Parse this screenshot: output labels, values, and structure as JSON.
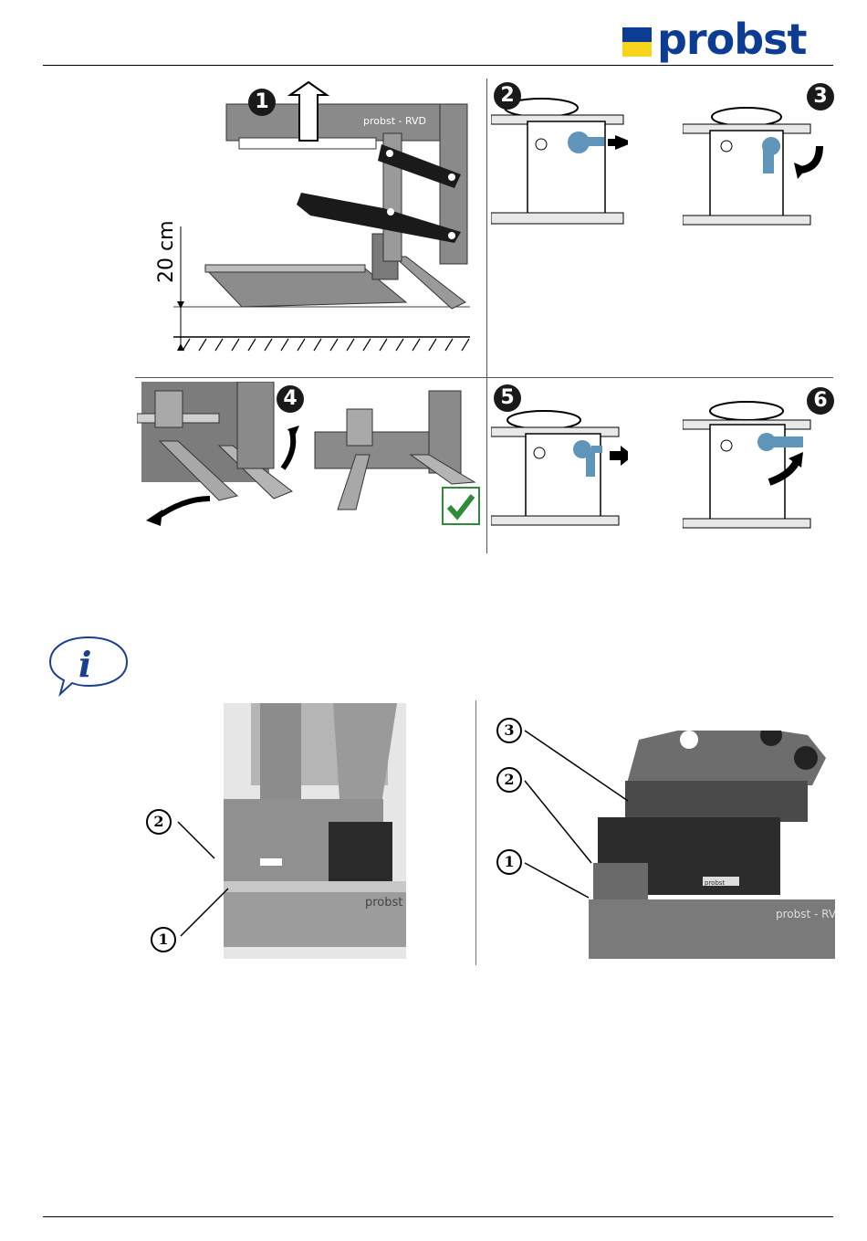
{
  "brand": {
    "logo_text": "probst",
    "mark_colors": [
      "#0d3d92",
      "#f7d51c"
    ],
    "text_color": "#0d3d92"
  },
  "figure_top": {
    "step_numbers": [
      "1",
      "2",
      "3",
      "4",
      "5",
      "6"
    ],
    "dimension_label": "20 cm",
    "machine_label": "probst - RVD"
  },
  "info_icon": {
    "glyph": "i",
    "color": "#1b3f8f"
  },
  "figure_bottom": {
    "left_callouts": [
      "2",
      "1"
    ],
    "right_callouts": [
      "3",
      "2",
      "1"
    ],
    "left_photo_text": "probst",
    "right_photo_text": "probst - RV",
    "right_plate_text": "probst"
  },
  "check_color": "#2e8b3a"
}
